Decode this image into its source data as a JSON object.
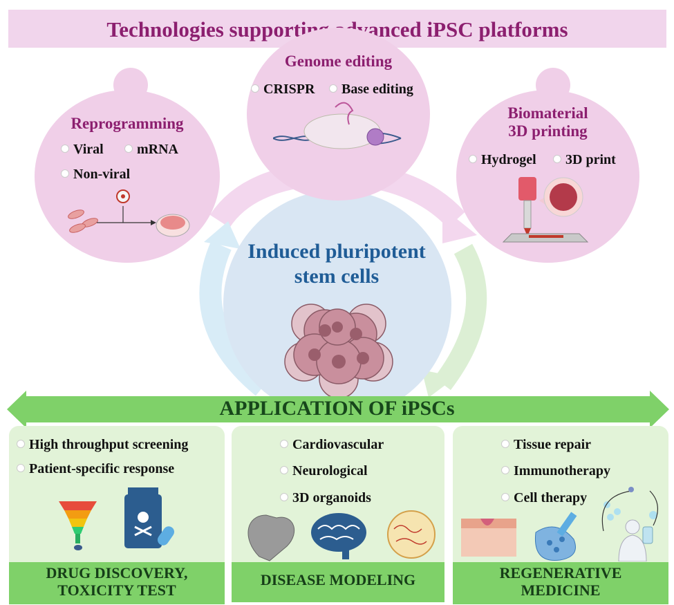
{
  "title": "Technologies supporting advanced iPSC platforms",
  "center": {
    "line1": "Induced pluripotent",
    "line2": "stem cells"
  },
  "reprogramming": {
    "title": "Reprogramming",
    "items": [
      "Viral",
      "mRNA",
      "Non-viral"
    ]
  },
  "genome_editing": {
    "title": "Genome editing",
    "items": [
      "CRISPR",
      "Base editing"
    ]
  },
  "biomaterial": {
    "title_line1": "Biomaterial",
    "title_line2": "3D printing",
    "items": [
      "Hydrogel",
      "3D print"
    ]
  },
  "application": {
    "title": "APPLICATION OF iPSCs",
    "panels": [
      {
        "items": [
          "High throughput screening",
          "Patient-specific response"
        ],
        "footer_line1": "DRUG DISCOVERY,",
        "footer_line2": "TOXICITY TEST"
      },
      {
        "items": [
          "Cardiovascular",
          "Neurological",
          "3D organoids"
        ],
        "footer_line1": "DISEASE MODELING",
        "footer_line2": ""
      },
      {
        "items": [
          "Tissue repair",
          "Immunotherapy",
          "Cell therapy"
        ],
        "footer_line1": "REGENERATIVE",
        "footer_line2": "MEDICINE"
      }
    ]
  },
  "colors": {
    "title": "#8c1f6f",
    "pink_bg": "#f0cfe8",
    "center_text": "#1f5c96",
    "green_panel": "#e2f3d8",
    "green_bar": "#7fd169"
  },
  "icons": [
    "virus-icon",
    "fibroblast-icon",
    "petri-dish-icon",
    "crispr-dna-icon",
    "bioprinter-icon",
    "cell-cluster-icon",
    "funnel-icon",
    "poison-bottle-icon",
    "heart-icon",
    "brain-icon",
    "organoid-icon",
    "skin-tissue-icon",
    "gel-syringe-icon",
    "patient-therapy-icon"
  ]
}
